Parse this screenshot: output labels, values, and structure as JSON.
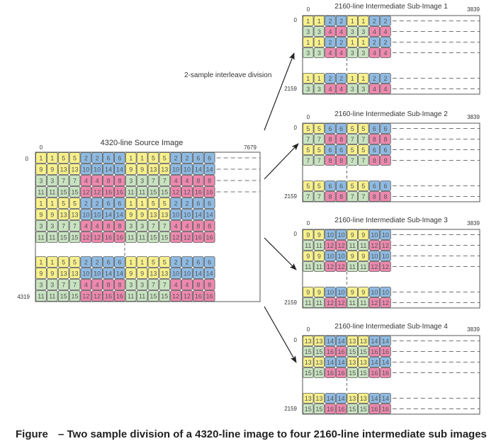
{
  "colors": {
    "yellow": "#f7f08c",
    "blue": "#8fbbe3",
    "green": "#c9e3c1",
    "pink": "#ee88ae",
    "frame": "#555555",
    "cell_border": "#5a5a5a"
  },
  "source": {
    "title": "4320-line Source Image",
    "x_start": "0",
    "x_end": "7679",
    "y_start": "0",
    "y_end": "4319",
    "top_rows": [
      [
        "1",
        "1",
        "5",
        "5",
        "2",
        "2",
        "6",
        "6",
        "1",
        "1",
        "5",
        "5",
        "2",
        "2",
        "6",
        "6"
      ],
      [
        "9",
        "9",
        "13",
        "13",
        "10",
        "10",
        "14",
        "14",
        "9",
        "9",
        "13",
        "13",
        "10",
        "10",
        "14",
        "14"
      ],
      [
        "3",
        "3",
        "7",
        "7",
        "4",
        "4",
        "8",
        "8",
        "3",
        "3",
        "7",
        "7",
        "4",
        "4",
        "8",
        "8"
      ],
      [
        "11",
        "11",
        "15",
        "15",
        "12",
        "12",
        "16",
        "16",
        "11",
        "11",
        "15",
        "15",
        "12",
        "12",
        "16",
        "16"
      ],
      [
        "1",
        "1",
        "5",
        "5",
        "2",
        "2",
        "6",
        "6",
        "1",
        "1",
        "5",
        "5",
        "2",
        "2",
        "6",
        "6"
      ],
      [
        "9",
        "9",
        "13",
        "13",
        "10",
        "10",
        "14",
        "14",
        "9",
        "9",
        "13",
        "13",
        "10",
        "10",
        "14",
        "14"
      ],
      [
        "3",
        "3",
        "7",
        "7",
        "4",
        "4",
        "8",
        "8",
        "3",
        "3",
        "7",
        "7",
        "4",
        "4",
        "8",
        "8"
      ],
      [
        "11",
        "11",
        "15",
        "15",
        "12",
        "12",
        "16",
        "16",
        "11",
        "11",
        "15",
        "15",
        "12",
        "12",
        "16",
        "16"
      ]
    ],
    "bottom_rows": [
      [
        "1",
        "1",
        "5",
        "5",
        "2",
        "2",
        "6",
        "6",
        "1",
        "1",
        "5",
        "5",
        "2",
        "2",
        "6",
        "6"
      ],
      [
        "9",
        "9",
        "13",
        "13",
        "10",
        "10",
        "14",
        "14",
        "9",
        "9",
        "13",
        "13",
        "10",
        "10",
        "14",
        "14"
      ],
      [
        "3",
        "3",
        "7",
        "7",
        "4",
        "4",
        "8",
        "8",
        "3",
        "3",
        "7",
        "7",
        "4",
        "4",
        "8",
        "8"
      ],
      [
        "11",
        "11",
        "15",
        "15",
        "12",
        "12",
        "16",
        "16",
        "11",
        "11",
        "15",
        "15",
        "12",
        "12",
        "16",
        "16"
      ]
    ]
  },
  "arrow_label": "2-sample interleave division",
  "sub_images": [
    {
      "title": "2160-line Intermediate Sub-Image 1",
      "x_start": "0",
      "x_end": "3839",
      "y_start": "0",
      "y_end": "2159",
      "top_rows": [
        [
          "1",
          "1",
          "2",
          "2",
          "1",
          "1",
          "2",
          "2"
        ],
        [
          "3",
          "3",
          "4",
          "4",
          "3",
          "3",
          "4",
          "4"
        ],
        [
          "1",
          "1",
          "2",
          "2",
          "1",
          "1",
          "2",
          "2"
        ],
        [
          "3",
          "3",
          "4",
          "4",
          "3",
          "3",
          "4",
          "4"
        ]
      ],
      "bottom_rows": [
        [
          "1",
          "1",
          "2",
          "2",
          "1",
          "1",
          "2",
          "2"
        ],
        [
          "3",
          "3",
          "4",
          "4",
          "3",
          "3",
          "4",
          "4"
        ]
      ]
    },
    {
      "title": "2160-line Intermediate Sub-Image 2",
      "x_start": "0",
      "x_end": "3839",
      "y_start": "0",
      "y_end": "2159",
      "top_rows": [
        [
          "5",
          "5",
          "6",
          "6",
          "5",
          "5",
          "6",
          "6"
        ],
        [
          "7",
          "7",
          "8",
          "8",
          "7",
          "7",
          "8",
          "8"
        ],
        [
          "5",
          "5",
          "6",
          "6",
          "5",
          "5",
          "6",
          "6"
        ],
        [
          "7",
          "7",
          "8",
          "8",
          "7",
          "7",
          "8",
          "8"
        ]
      ],
      "bottom_rows": [
        [
          "5",
          "5",
          "6",
          "6",
          "5",
          "5",
          "6",
          "6"
        ],
        [
          "7",
          "7",
          "8",
          "8",
          "7",
          "7",
          "8",
          "8"
        ]
      ]
    },
    {
      "title": "2160-line Intermediate Sub-Image 3",
      "x_start": "0",
      "x_end": "3839",
      "y_start": "0",
      "y_end": "2159",
      "top_rows": [
        [
          "9",
          "9",
          "10",
          "10",
          "9",
          "9",
          "10",
          "10"
        ],
        [
          "11",
          "11",
          "12",
          "12",
          "11",
          "11",
          "12",
          "12"
        ],
        [
          "9",
          "9",
          "10",
          "10",
          "9",
          "9",
          "10",
          "10"
        ],
        [
          "11",
          "11",
          "12",
          "12",
          "11",
          "11",
          "12",
          "12"
        ]
      ],
      "bottom_rows": [
        [
          "9",
          "9",
          "10",
          "10",
          "9",
          "9",
          "10",
          "10"
        ],
        [
          "11",
          "11",
          "12",
          "12",
          "11",
          "11",
          "12",
          "12"
        ]
      ]
    },
    {
      "title": "2160-line Intermediate Sub-Image 4",
      "x_start": "0",
      "x_end": "3839",
      "y_start": "0",
      "y_end": "2159",
      "top_rows": [
        [
          "13",
          "13",
          "14",
          "14",
          "13",
          "13",
          "14",
          "14"
        ],
        [
          "15",
          "15",
          "16",
          "16",
          "15",
          "15",
          "16",
          "16"
        ],
        [
          "13",
          "13",
          "14",
          "14",
          "13",
          "13",
          "14",
          "14"
        ],
        [
          "15",
          "15",
          "16",
          "16",
          "15",
          "15",
          "16",
          "16"
        ]
      ],
      "bottom_rows": [
        [
          "13",
          "13",
          "14",
          "14",
          "13",
          "13",
          "14",
          "14"
        ],
        [
          "15",
          "15",
          "16",
          "16",
          "15",
          "15",
          "16",
          "16"
        ]
      ]
    }
  ],
  "caption": {
    "figure_label": "Figure",
    "text": "– Two sample division of a 4320-line image to four 2160-line intermediate sub images"
  }
}
